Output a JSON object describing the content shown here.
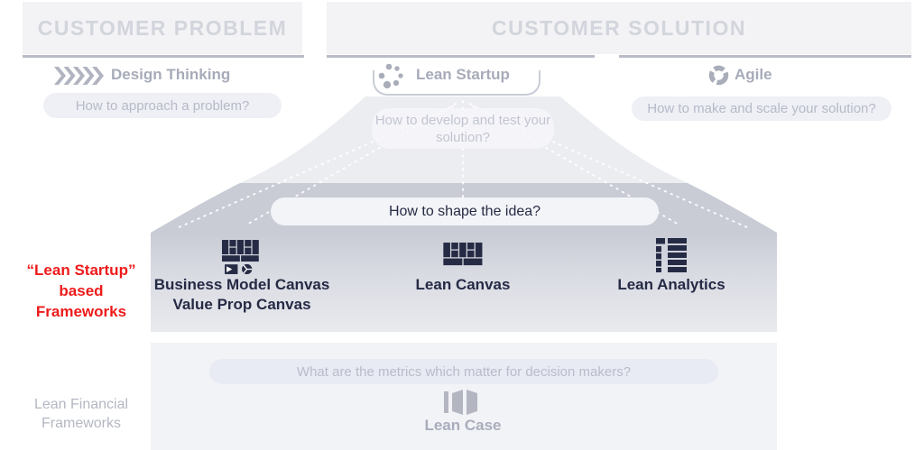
{
  "headers": {
    "problem": "CUSTOMER PROBLEM",
    "solution": "CUSTOMER SOLUTION"
  },
  "methods": {
    "design_thinking": {
      "label": "Design Thinking",
      "question": "How to approach a problem?",
      "icon": "chevrons-icon"
    },
    "lean_startup": {
      "label": "Lean Startup",
      "question": "How to develop and test your solution?",
      "icon": "dots-circle-icon"
    },
    "agile": {
      "label": "Agile",
      "question": "How to make and scale your solution?",
      "icon": "cycle-ring-icon"
    }
  },
  "funnel": {
    "question": "How to shape the idea?"
  },
  "lean_frameworks": {
    "side_label": "“Lean Startup”\nbased\nFrameworks",
    "items": {
      "bmc": {
        "label": "Business Model Canvas\nValue Prop Canvas",
        "icon": "business-model-canvas-icon"
      },
      "lean_canvas": {
        "label": "Lean Canvas",
        "icon": "lean-canvas-icon"
      },
      "lean_analytics": {
        "label": "Lean Analytics",
        "icon": "lean-analytics-icon"
      }
    }
  },
  "financial_frameworks": {
    "side_label": "Lean Financial\nFrameworks",
    "question": "What are the metrics which matter for decision makers?",
    "items": {
      "lean_case": {
        "label": "Lean Case",
        "icon": "lean-case-icon"
      }
    }
  },
  "colors": {
    "accent_red": "#ee1b1b",
    "navy": "#262b45",
    "gray_text": "#a7abb9",
    "pill_bg": "#eef0f6",
    "band_gray": "#c9cbd5"
  }
}
